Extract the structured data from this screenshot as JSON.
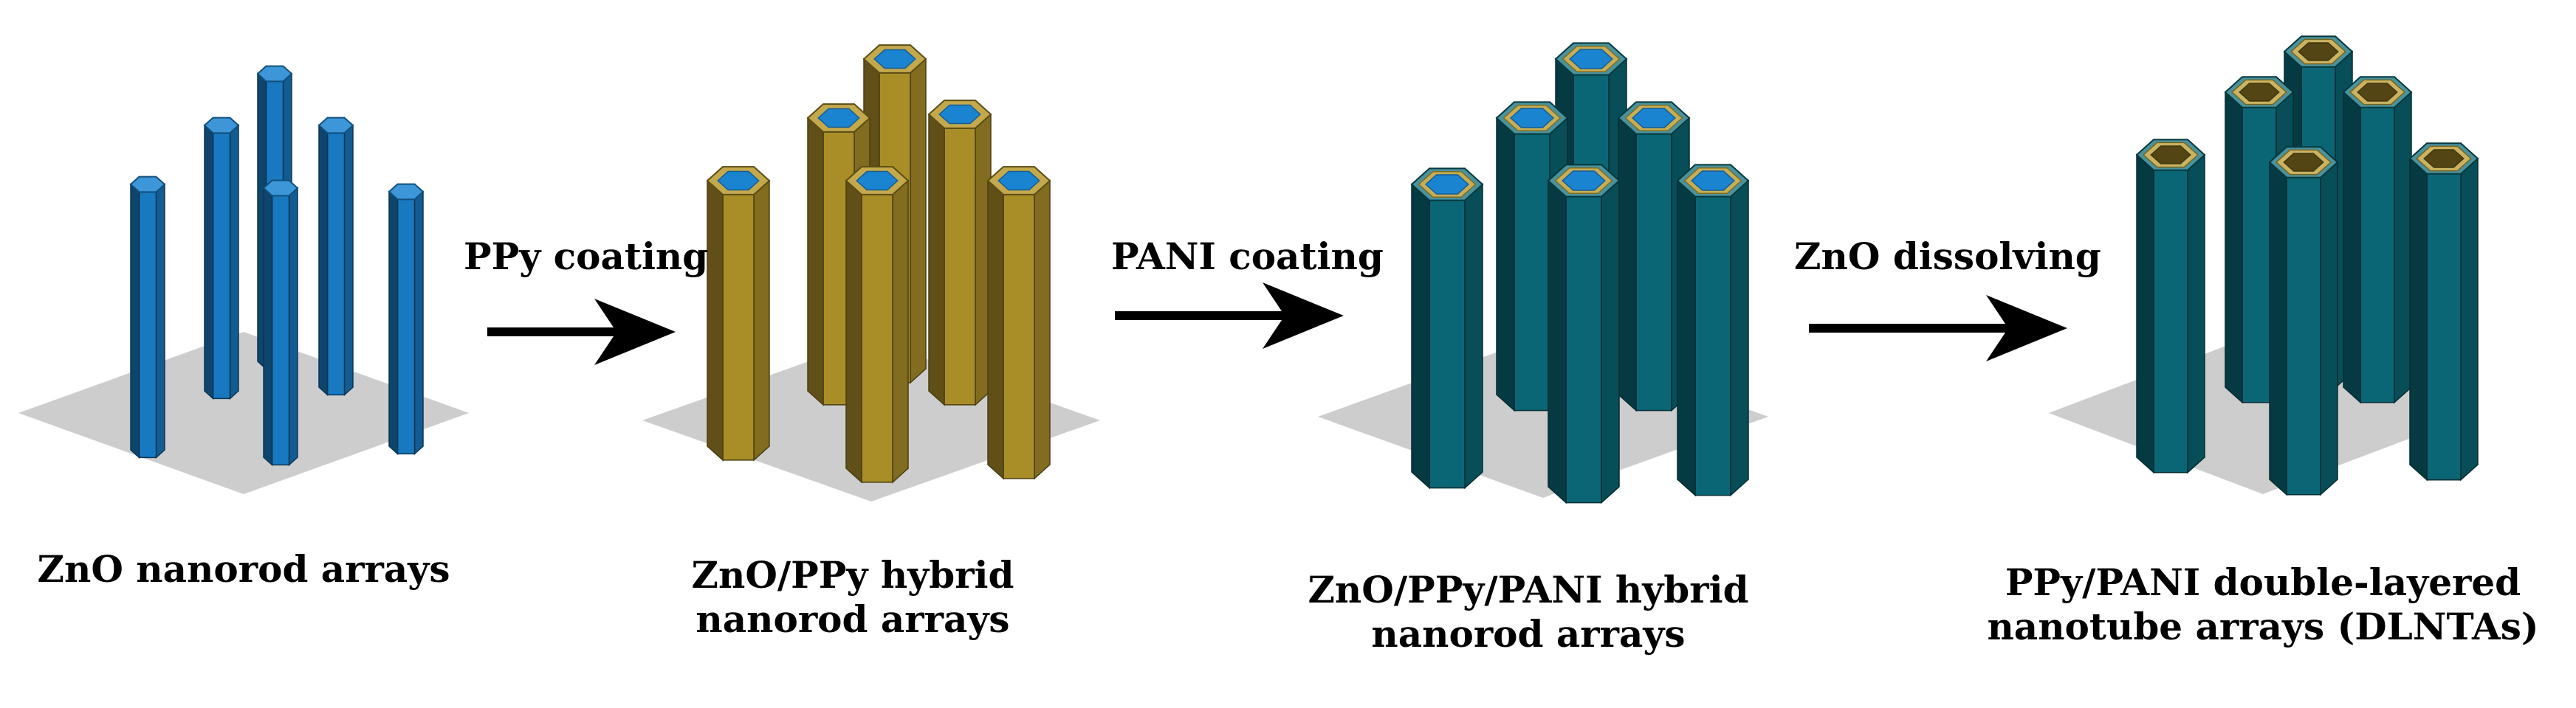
{
  "colors": {
    "substrate": "#cdcdcd",
    "zno": "#1b84d1",
    "ppy": "#b89a2c",
    "pani": "#0b6f7e"
  },
  "steps": [
    {
      "caption_lines": [
        "ZnO nanorod arrays"
      ],
      "rod_style": "zno"
    },
    {
      "caption_lines": [
        "ZnO/PPy hybrid",
        "nanorod arrays"
      ],
      "rod_style": "ppy"
    },
    {
      "caption_lines": [
        "ZnO/PPy/PANI  hybrid",
        "nanorod arrays"
      ],
      "rod_style": "pani"
    },
    {
      "caption_lines": [
        "PPy/PANI double-layered",
        "nanotube arrays (DLNTAs)"
      ],
      "rod_style": "tube"
    }
  ],
  "arrows": [
    {
      "label": "PPy coating"
    },
    {
      "label": "PANI coating"
    },
    {
      "label": "ZnO dissolving"
    }
  ]
}
